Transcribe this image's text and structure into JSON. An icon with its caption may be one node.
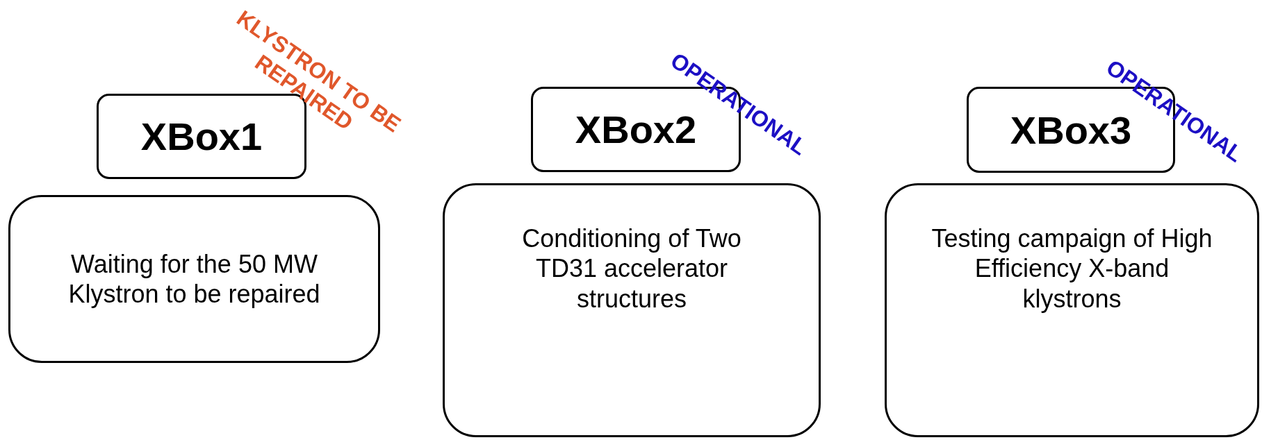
{
  "diagram": {
    "nodes": [
      {
        "text": [
          "XBox1",
          "KLYSTRON TO BE REPAIRED"
        ]
      },
      {
        "text": [
          "Waiting for the 50 MW Klystron to be repaired"
        ]
      },
      {
        "text": [
          "XBox2",
          "OPERATIONAL"
        ]
      },
      {
        "text": [
          "Conditioning of Two TD31 accelerator structures"
        ]
      },
      {
        "text": [
          "XBox3",
          "OPERATIONAL"
        ]
      },
      {
        "text": [
          "Testing campaign of High Efficiency X-band klystrons"
        ]
      }
    ]
  }
}
